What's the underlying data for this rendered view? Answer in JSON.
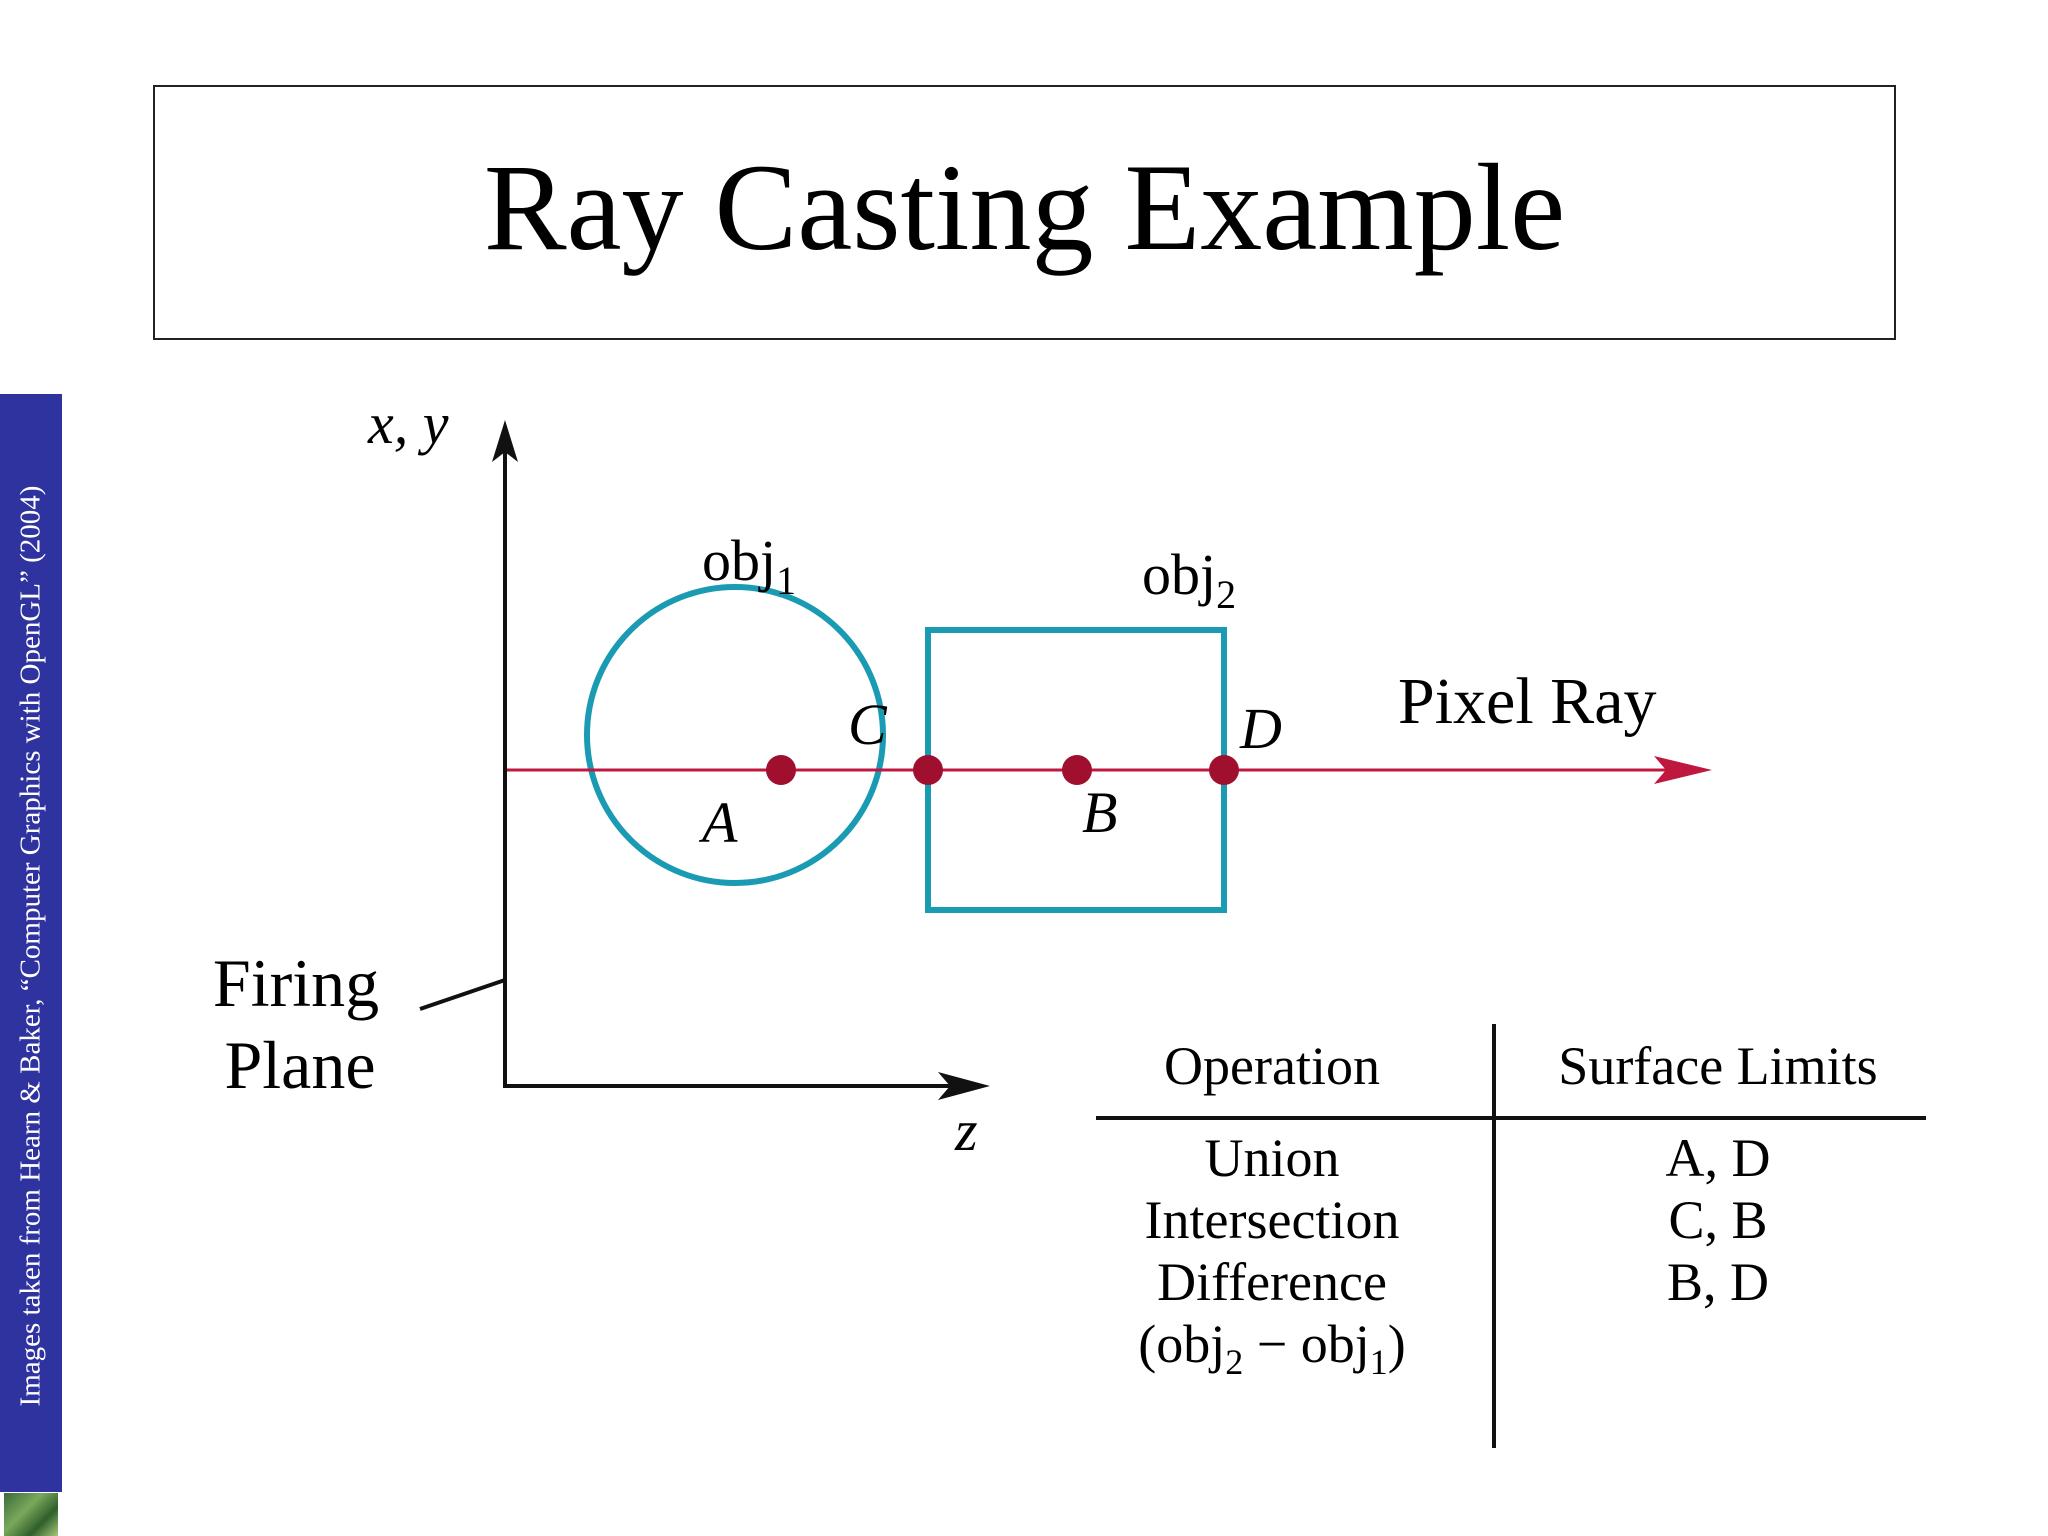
{
  "title": "Ray Casting Example",
  "side_caption": "Images taken from Hearn & Baker, “Computer Graphics with OpenGL” (2004)",
  "diagram": {
    "axis_xy_label": "x, y",
    "axis_z_label": "z",
    "firing_plane_line1": "Firing",
    "firing_plane_line2": "Plane",
    "obj1_base": "obj",
    "obj1_sub": "1",
    "obj2_base": "obj",
    "obj2_sub": "2",
    "ray_label": "Pixel Ray",
    "points": [
      "A",
      "C",
      "B",
      "D"
    ],
    "colors": {
      "object": "#1a9bb3",
      "ray": "#c0173f",
      "point": "#a0102e"
    }
  },
  "table": {
    "headers": [
      "Operation",
      "Surface Limits"
    ],
    "rows": [
      {
        "op": "Union",
        "limits": "A, D"
      },
      {
        "op": "Intersection",
        "limits": "C, B"
      },
      {
        "op": "Difference",
        "limits": "B, D"
      }
    ],
    "difference_detail": {
      "open": "(obj",
      "sub1": "2",
      "minus": " − obj",
      "sub2": "1",
      "close": ")"
    }
  }
}
